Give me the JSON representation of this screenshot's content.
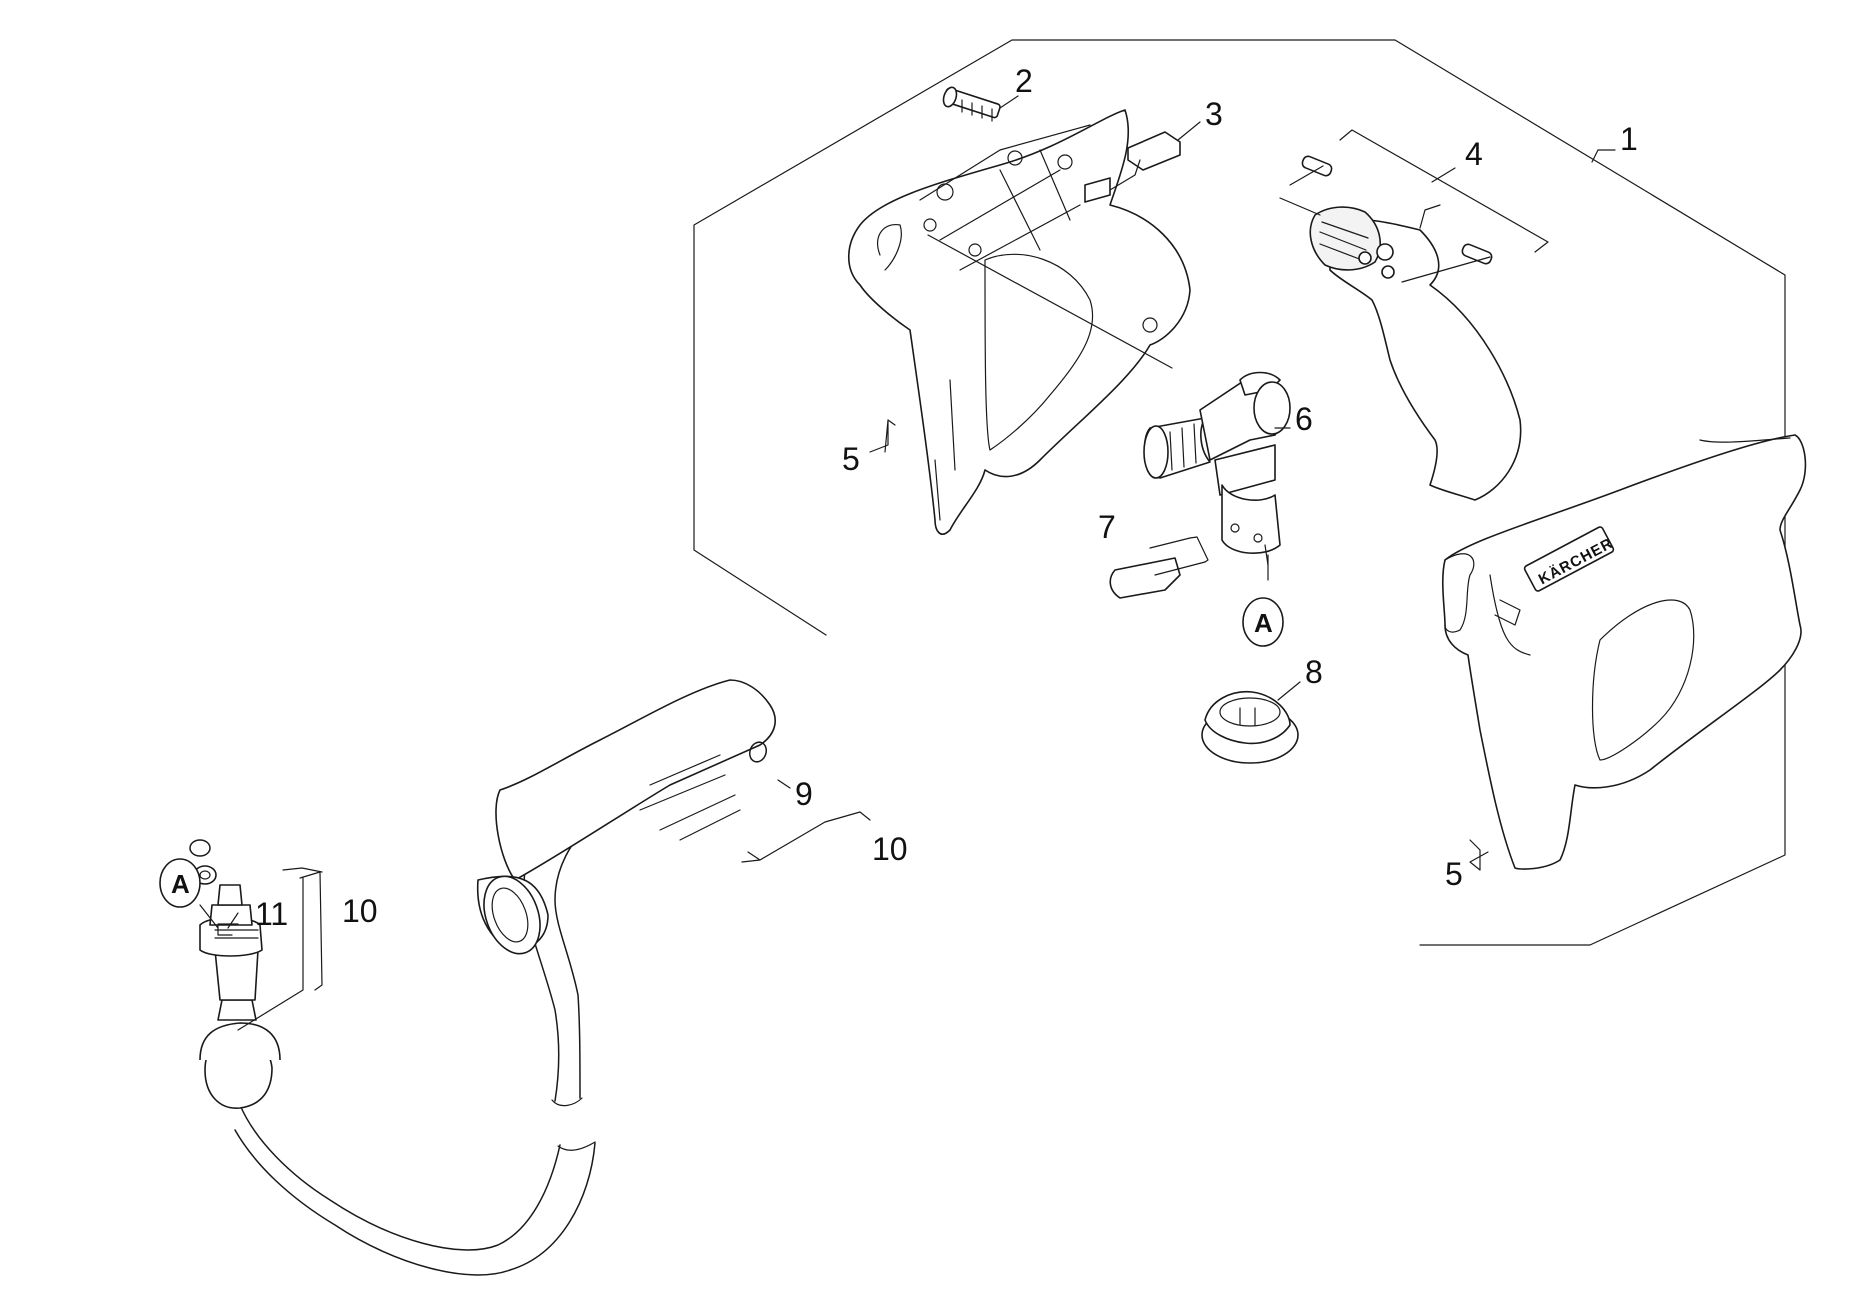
{
  "diagram": {
    "brand_logo": "KÄRCHER",
    "callouts": [
      {
        "id": "c1",
        "label": "1"
      },
      {
        "id": "c2",
        "label": "2"
      },
      {
        "id": "c3",
        "label": "3"
      },
      {
        "id": "c4",
        "label": "4"
      },
      {
        "id": "c5a",
        "label": "5"
      },
      {
        "id": "c5b",
        "label": "5"
      },
      {
        "id": "c6",
        "label": "6"
      },
      {
        "id": "c7",
        "label": "7"
      },
      {
        "id": "c8",
        "label": "8"
      },
      {
        "id": "c9",
        "label": "9"
      },
      {
        "id": "c10a",
        "label": "10"
      },
      {
        "id": "c10b",
        "label": "10"
      },
      {
        "id": "c11",
        "label": "11"
      }
    ],
    "connection_markers": [
      {
        "id": "m1",
        "label": "A"
      },
      {
        "id": "m2",
        "label": "A"
      }
    ]
  }
}
